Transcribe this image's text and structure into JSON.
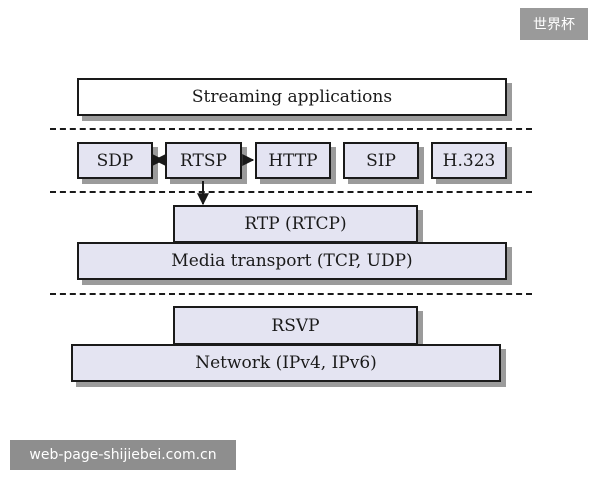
{
  "badge": "世界杯",
  "watermark": "web-page-shijiebei.com.cn",
  "diagram": {
    "layer_apps": "Streaming applications",
    "protocols": [
      "SDP",
      "RTSP",
      "HTTP",
      "SIP",
      "H.323"
    ],
    "rtp": "RTP (RTCP)",
    "media_transport": "Media transport (TCP, UDP)",
    "rsvp": "RSVP",
    "network": "Network (IPv4, IPv6)"
  }
}
